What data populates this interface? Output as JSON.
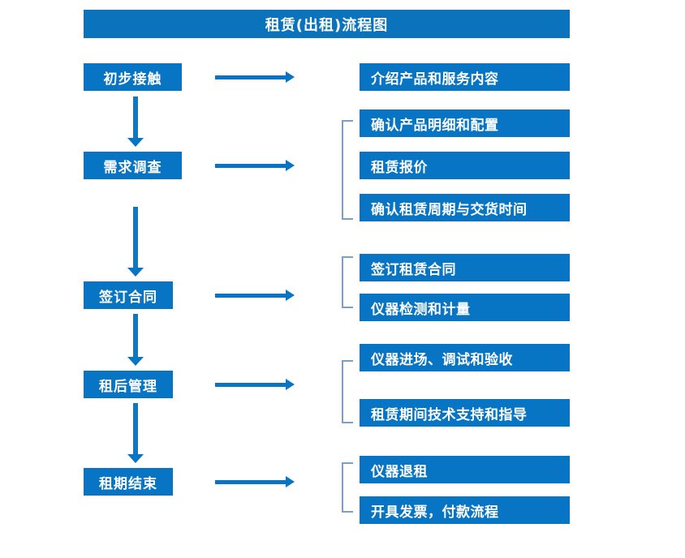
{
  "diagram": {
    "title": "租赁(出租)流程图",
    "accent_color": "#0874C4",
    "title_bar_color": "#0B72BC",
    "bracket_color": "#7AA0C4",
    "text_color": "#FFFFFF"
  },
  "stages": [
    {
      "label": "初步接触"
    },
    {
      "label": "需求调查"
    },
    {
      "label": "签订合同"
    },
    {
      "label": "租后管理"
    },
    {
      "label": "租期结束"
    }
  ],
  "detail_groups": [
    {
      "stage": "初步接触",
      "has_bracket": false,
      "items": [
        {
          "label": "介绍产品和服务内容"
        }
      ]
    },
    {
      "stage": "需求调查",
      "has_bracket": true,
      "items": [
        {
          "label": "确认产品明细和配置"
        },
        {
          "label": "租赁报价"
        },
        {
          "label": "确认租赁周期与交货时间"
        }
      ]
    },
    {
      "stage": "签订合同",
      "has_bracket": true,
      "items": [
        {
          "label": "签订租赁合同"
        },
        {
          "label": "仪器检测和计量"
        }
      ]
    },
    {
      "stage": "租后管理",
      "has_bracket": true,
      "items": [
        {
          "label": "仪器进场、调试和验收"
        },
        {
          "label": "租赁期间技术支持和指导"
        }
      ]
    },
    {
      "stage": "租期结束",
      "has_bracket": true,
      "items": [
        {
          "label": "仪器退租"
        },
        {
          "label": "开具发票，付款流程"
        }
      ]
    }
  ]
}
